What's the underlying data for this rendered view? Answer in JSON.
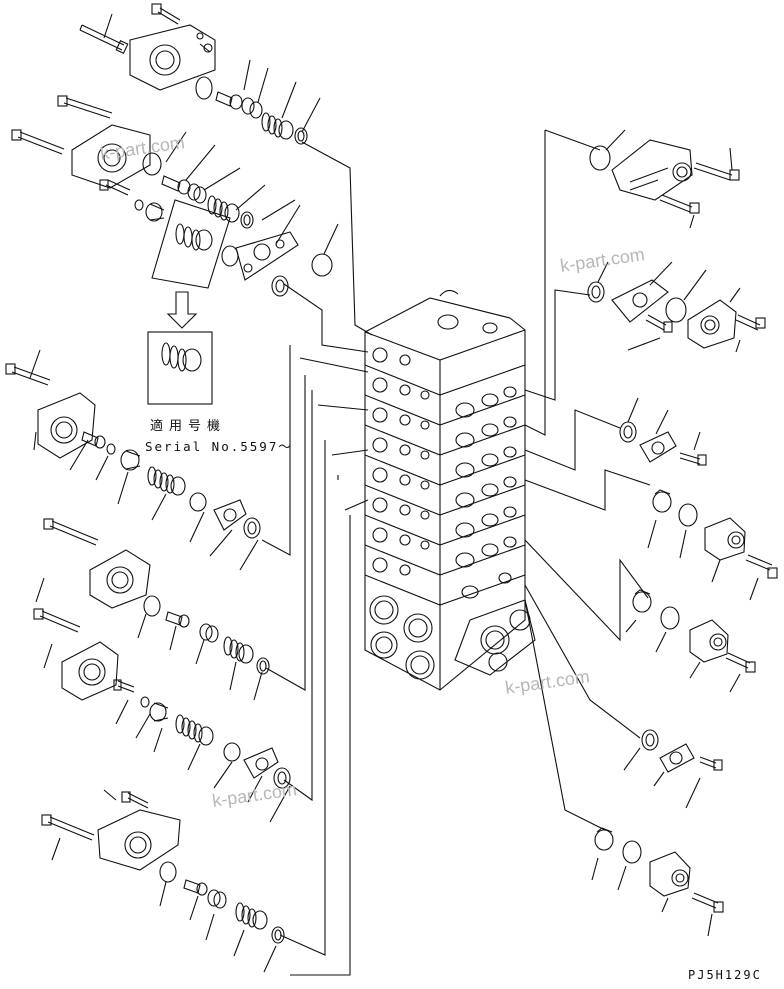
{
  "labels": {
    "applicable_models": "適用号機",
    "serial_number": "Serial No.5597～",
    "drawing_code": "PJ5H129C"
  },
  "watermarks": [
    "k-part.com",
    "k-part.com",
    "k-part.com",
    "k-part.com"
  ],
  "colors": {
    "line": "#111111",
    "watermark": "#b7b7b7",
    "background": "#ffffff"
  }
}
